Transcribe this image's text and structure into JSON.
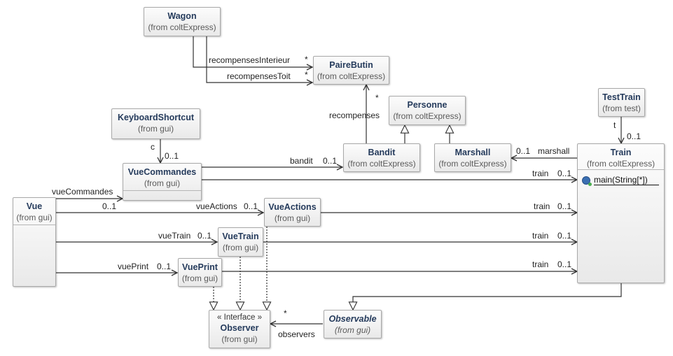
{
  "classes": {
    "wagon": {
      "name": "Wagon",
      "origin": "(from coltExpress)"
    },
    "paire_butin": {
      "name": "PaireButin",
      "origin": "(from coltExpress)"
    },
    "keyboard_shortcut": {
      "name": "KeyboardShortcut",
      "origin": "(from gui)"
    },
    "personne": {
      "name": "Personne",
      "origin": "(from coltExpress)"
    },
    "test_train": {
      "name": "TestTrain",
      "origin": "(from test)"
    },
    "vue_commandes": {
      "name": "VueCommandes",
      "origin": "(from gui)"
    },
    "bandit": {
      "name": "Bandit",
      "origin": "(from coltExpress)"
    },
    "marshall": {
      "name": "Marshall",
      "origin": "(from coltExpress)"
    },
    "train": {
      "name": "Train",
      "origin": "(from coltExpress)",
      "operation": "main(String[*])"
    },
    "vue": {
      "name": "Vue",
      "origin": "(from gui)"
    },
    "vue_actions": {
      "name": "VueActions",
      "origin": "(from gui)"
    },
    "vue_train": {
      "name": "VueTrain",
      "origin": "(from gui)"
    },
    "vue_print": {
      "name": "VuePrint",
      "origin": "(from gui)"
    },
    "observer": {
      "stereotype": "« Interface »",
      "name": "Observer",
      "origin": "(from gui)"
    },
    "observable": {
      "name": "Observable",
      "origin": "(from gui)"
    }
  },
  "labels": {
    "recompenses_interieur": "recompensesInterieur",
    "recompenses_interieur_mult": "*",
    "recompenses_toit": "recompensesToit",
    "recompenses_toit_mult": "*",
    "recompenses": "recompenses",
    "recompenses_mult": "*",
    "kbd_role": "c",
    "kbd_mult": "0..1",
    "bandit_role": "bandit",
    "bandit_mult": "0..1",
    "marshall_mult": "0..1",
    "marshall_role": "marshall",
    "t_role": "t",
    "t_mult": "0..1",
    "vc_train_role": "train",
    "vc_train_mult": "0..1",
    "vue_commandes_role": "vueCommandes",
    "vue_actions_src_mult": "0..1",
    "vue_actions_role": "vueActions",
    "vue_actions_mult": "0..1",
    "va_train_role": "train",
    "va_train_mult": "0..1",
    "vue_train_role": "vueTrain",
    "vue_train_mult": "0..1",
    "vt_train_role": "train",
    "vt_train_mult": "0..1",
    "vue_print_role": "vuePrint",
    "vue_print_mult": "0..1",
    "vp_train_role": "train",
    "vp_train_mult": "0..1",
    "observers_mult": "*",
    "observers_role": "observers"
  }
}
